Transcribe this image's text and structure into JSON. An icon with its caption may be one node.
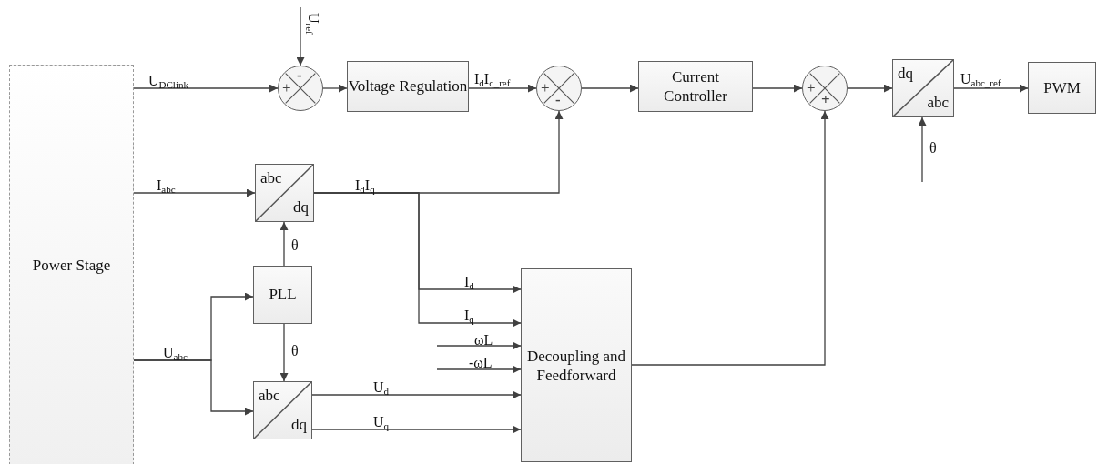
{
  "diagram": {
    "nodes": [
      {
        "text": [
          "Power Stage"
        ]
      },
      {
        "text": [
          "+",
          "-"
        ]
      },
      {
        "text": [
          "Voltage Regulation"
        ]
      },
      {
        "text": [
          "+",
          "-"
        ]
      },
      {
        "text": [
          "Current Controller"
        ]
      },
      {
        "text": [
          "+",
          "+"
        ]
      },
      {
        "text": [
          "dq",
          "abc"
        ]
      },
      {
        "text": [
          "PWM"
        ]
      },
      {
        "text": [
          "abc",
          "dq"
        ]
      },
      {
        "text": [
          "PLL"
        ]
      },
      {
        "text": [
          "abc",
          "dq"
        ]
      },
      {
        "text": [
          "Decoupling and Feedforward"
        ]
      }
    ],
    "edges": [
      {
        "from": null,
        "to": 1,
        "arrow": "to",
        "label": "U$_{ref}$"
      },
      {
        "from": 0,
        "to": 1,
        "arrow": "to",
        "label": "U$_{DClink}$"
      },
      {
        "from": 1,
        "to": 2,
        "arrow": "to"
      },
      {
        "from": 2,
        "to": 3,
        "arrow": "to",
        "label": "I$_{d}$I$_{q_ref}$"
      },
      {
        "from": 3,
        "to": 4,
        "arrow": "to"
      },
      {
        "from": 4,
        "to": 5,
        "arrow": "to"
      },
      {
        "from": 5,
        "to": 6,
        "arrow": "to"
      },
      {
        "from": 6,
        "to": 7,
        "arrow": "to",
        "label": "U$_{abc_ref}$"
      },
      {
        "from": null,
        "to": 6,
        "arrow": "to",
        "label": "θ"
      },
      {
        "from": 0,
        "to": 8,
        "arrow": "to",
        "label": "I$_{abc}$"
      },
      {
        "from": 8,
        "to": 3,
        "arrow": "to",
        "label": "I$_{d}$I$_{q}$"
      },
      {
        "from": 8,
        "to": 11,
        "arrow": "to",
        "label": "I$_{d}$"
      },
      {
        "from": 8,
        "to": 11,
        "arrow": "to",
        "label": "I$_{q}$"
      },
      {
        "from": 9,
        "to": 8,
        "arrow": "to",
        "label": "θ"
      },
      {
        "from": 0,
        "to": 9,
        "arrow": "to",
        "label": "U$_{abc}$"
      },
      {
        "from": 0,
        "to": 10,
        "arrow": "to"
      },
      {
        "from": 9,
        "to": 10,
        "arrow": "to",
        "label": "θ"
      },
      {
        "from": null,
        "to": 11,
        "arrow": "to",
        "label": "ωL"
      },
      {
        "from": null,
        "to": 11,
        "arrow": "to",
        "label": "-ωL"
      },
      {
        "from": 10,
        "to": 11,
        "arrow": "to",
        "label": "U$_{d}$"
      },
      {
        "from": 10,
        "to": 11,
        "arrow": "to",
        "label": "U$_{q}$"
      },
      {
        "from": 11,
        "to": 5,
        "arrow": "to"
      }
    ]
  }
}
